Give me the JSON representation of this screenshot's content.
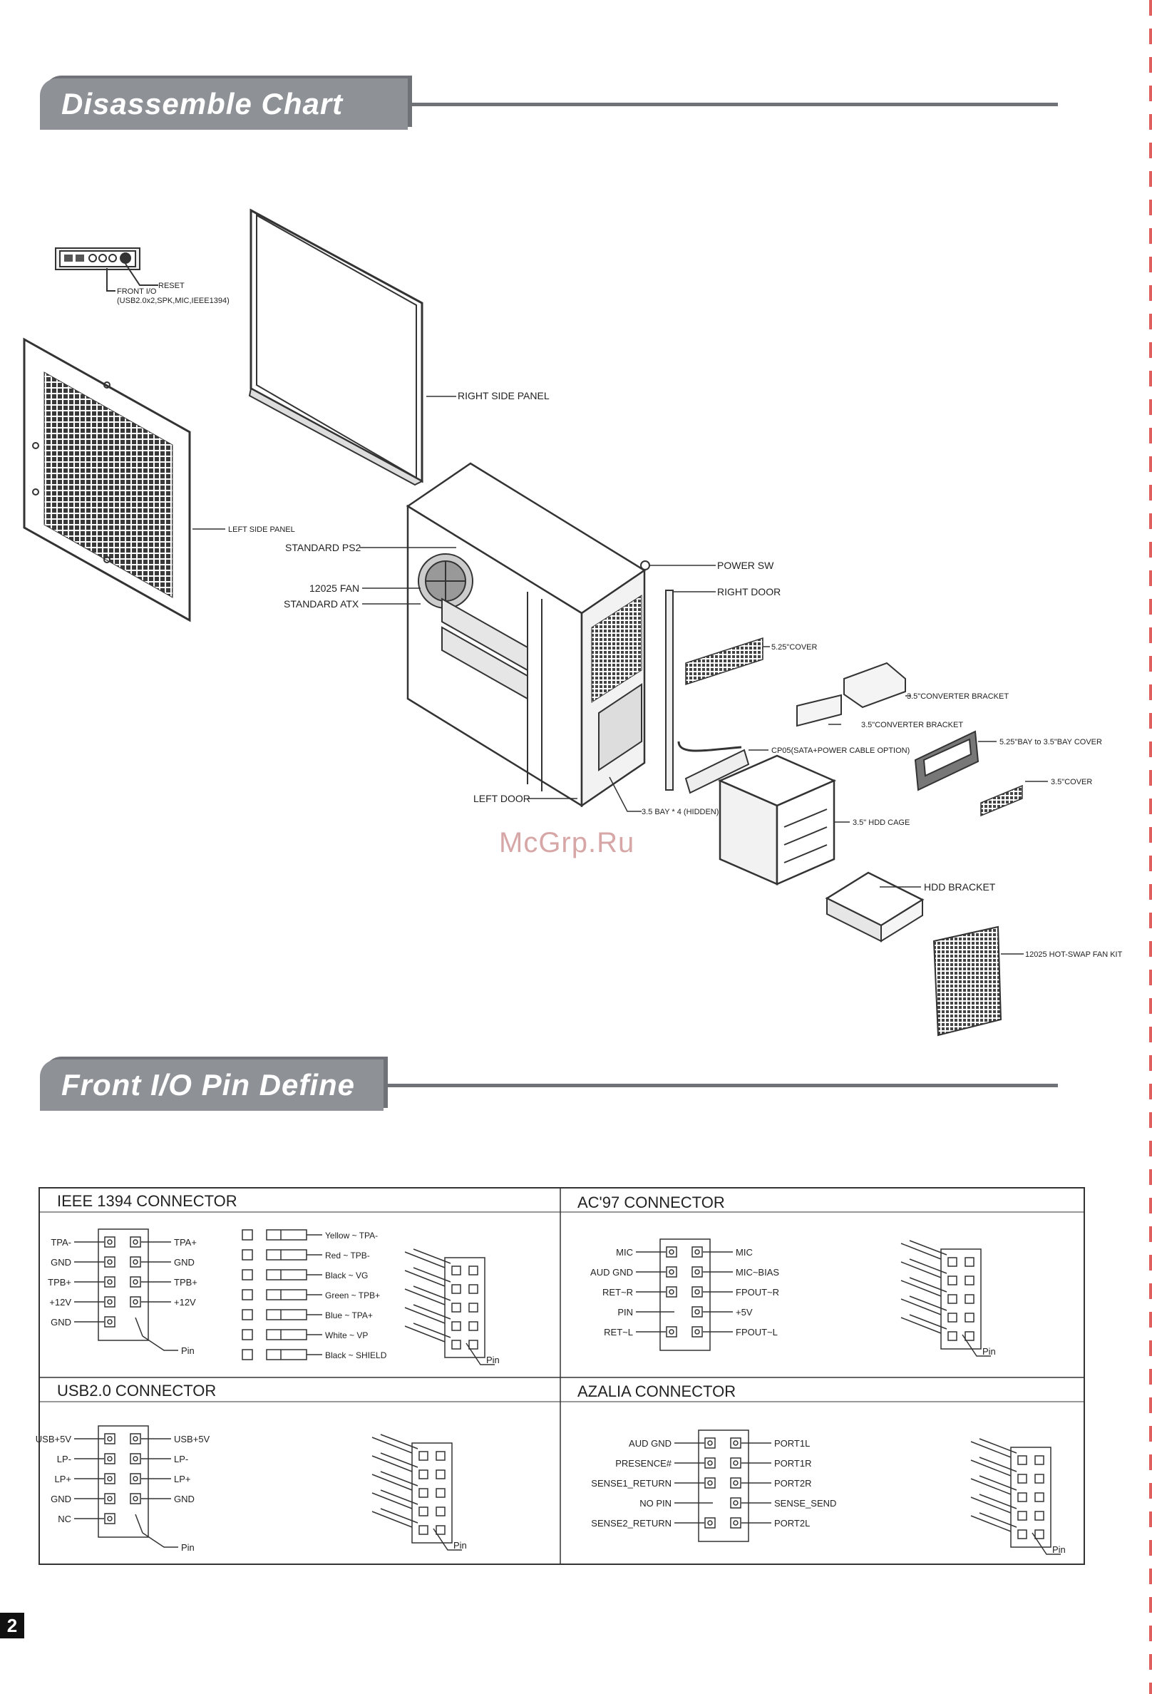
{
  "headings": {
    "disassemble": "Disassemble Chart",
    "pin_define": "Front I/O Pin Define"
  },
  "watermark": "McGrp.Ru",
  "page_number": "2",
  "parts": {
    "reset": "RESET",
    "front_io": "FRONT I/O",
    "front_io_detail": "(USB2.0x2,SPK,MIC,IEEE1394)",
    "right_side_panel": "RIGHT SIDE PANEL",
    "left_side_panel": "LEFT SIDE PANEL",
    "standard_ps2": "STANDARD PS2",
    "fan_12025": "12025 FAN",
    "standard_atx": "STANDARD ATX",
    "power_sw": "POWER SW",
    "right_door": "RIGHT DOOR",
    "cover_525": "5.25\"COVER",
    "converter_bracket_1": "3.5\"CONVERTER BRACKET",
    "converter_bracket_2": "3.5\"CONVERTER BRACKET",
    "bay_cover": "5.25\"BAY to 3.5\"BAY COVER",
    "cp05": "CP05(SATA+POWER CABLE OPTION)",
    "cover_35": "3.5\"COVER",
    "left_door": "LEFT DOOR",
    "bay_hidden": "3.5 BAY * 4 (HIDDEN)",
    "hdd_cage": "3.5\" HDD CAGE",
    "hdd_bracket": "HDD BRACKET",
    "hot_swap_fan": "12025 HOT-SWAP FAN KIT"
  },
  "connectors": {
    "ieee": {
      "title": "IEEE 1394 CONNECTOR",
      "left": [
        "TPA-",
        "GND",
        "TPB+",
        "+12V",
        "GND"
      ],
      "right": [
        "TPA+",
        "GND",
        "TPB+",
        "+12V",
        ""
      ],
      "wires": [
        "Yellow ~ TPA-",
        "Red ~ TPB-",
        "Black ~ VG",
        "Green ~ TPB+",
        "Blue ~ TPA+",
        "White ~ VP",
        "Black ~ SHIELD"
      ],
      "pin": "Pin",
      "pin2": "Pin"
    },
    "ac97": {
      "title": "AC'97 CONNECTOR",
      "left": [
        "MIC",
        "AUD GND",
        "RET~R",
        "PIN",
        "RET~L"
      ],
      "right": [
        "MIC",
        "MIC~BIAS",
        "FPOUT~R",
        "+5V",
        "FPOUT~L"
      ],
      "pin": "Pin"
    },
    "usb": {
      "title": "USB2.0 CONNECTOR",
      "left": [
        "USB+5V",
        "LP-",
        "LP+",
        "GND",
        "NC"
      ],
      "right": [
        "USB+5V",
        "LP-",
        "LP+",
        "GND",
        ""
      ],
      "pin": "Pin",
      "pin2": "Pin"
    },
    "azalia": {
      "title": "AZALIA CONNECTOR",
      "left": [
        "AUD GND",
        "PRESENCE#",
        "SENSE1_RETURN",
        "NO PIN",
        "SENSE2_RETURN"
      ],
      "right": [
        "PORT1L",
        "PORT1R",
        "PORT2R",
        "SENSE_SEND",
        "PORT2L"
      ],
      "pin": "Pin"
    }
  }
}
